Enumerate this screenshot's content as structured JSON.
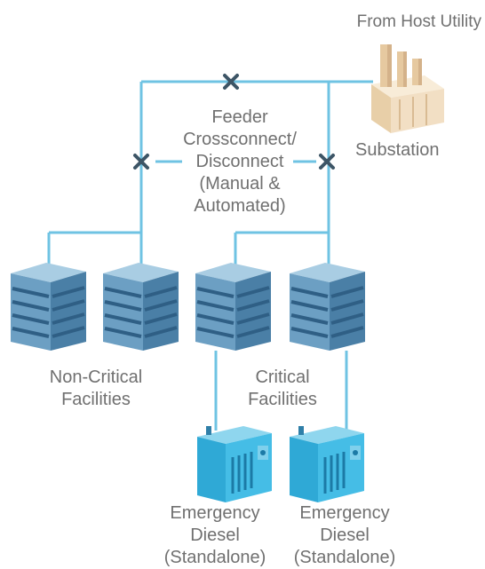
{
  "labels": {
    "host_utility": "From Host Utility",
    "substation": "Substation",
    "feeder": [
      "Feeder",
      "Crossconnect/",
      "Disconnect",
      "(Manual &",
      "Automated)"
    ],
    "non_critical": [
      "Non-Critical",
      "Facilities"
    ],
    "critical": [
      "Critical",
      "Facilities"
    ],
    "diesel_left": [
      "Emergency",
      "Diesel",
      "(Standalone)"
    ],
    "diesel_right": [
      "Emergency",
      "Diesel",
      "(Standalone)"
    ]
  },
  "colors": {
    "line": "#6fc3e3",
    "switch": "#3d5566",
    "building_front": "#4a7fa6",
    "building_side": "#6c9fc3",
    "building_top": "#a9cde3",
    "building_stripe": "#2f5f85",
    "diesel": "#3fb7df",
    "substation": "#f2dfc4",
    "text": "#707070"
  },
  "icons": {
    "substation": "factory-icon",
    "building": "office-building-icon",
    "diesel": "generator-icon",
    "switch": "disconnect-x-icon"
  }
}
